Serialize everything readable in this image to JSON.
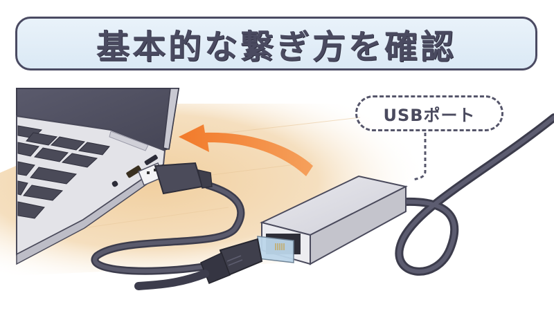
{
  "header": {
    "title": "基本的な繋ぎ方を確認"
  },
  "callout": {
    "label": "USBポート"
  },
  "illustration": {
    "elements": [
      "laptop",
      "usb-a-plug",
      "orange-arrow",
      "usb-ethernet-adapter",
      "rj45-lan-plug",
      "cables",
      "wooden-desk"
    ],
    "colors": {
      "arrow": "#f08a3c",
      "desk": "#f3d9b4",
      "cable": "#4b4b5c",
      "adapter": "#d8d8de",
      "outline": "#4a4a62",
      "banner_bg": "#e3eef8"
    }
  }
}
